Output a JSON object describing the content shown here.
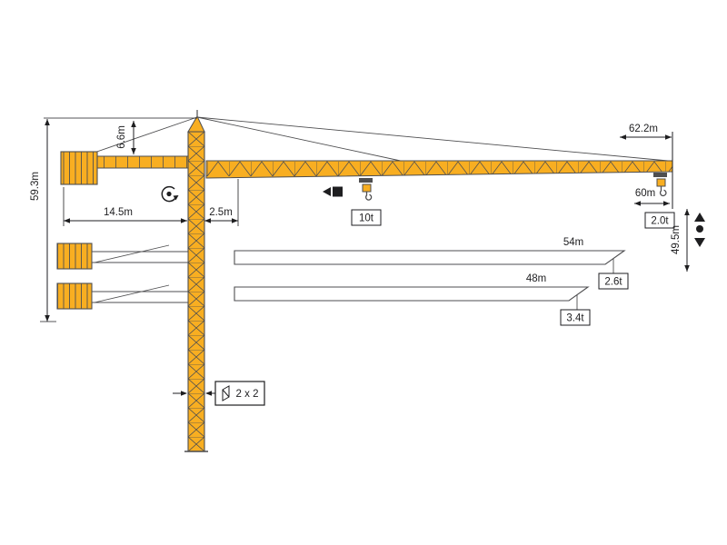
{
  "diagram": {
    "name": "tower-crane-working-range-diagram",
    "colors": {
      "crane_yellow": "#F8AE21",
      "outline": "#4E4E50"
    },
    "dimensions": {
      "total_height": "59.3m",
      "tower_head_height": "6.6m",
      "counterjib_length": "14.5m",
      "mast_offset": "2.5m",
      "jib_length_max": "62.2m",
      "radius_60": "60m",
      "hook_height": "49.5m",
      "mast_section": "2 x 2"
    },
    "capacities": {
      "max_load": "10t",
      "tip_load_60": "2.0t",
      "tip_load_54": "2.6t",
      "tip_load_48": "3.4t"
    },
    "jib_variants": {
      "jib_54": "54m",
      "jib_48": "48m"
    },
    "icons": {
      "slewing_icon": "circular-arrow-with-center-dot",
      "trolley_travel_icon": "left-triangle-and-square",
      "hook_travel_icon": "up-down-triangles-with-dot",
      "reeving_icon": "hook-block-pictogram"
    }
  }
}
